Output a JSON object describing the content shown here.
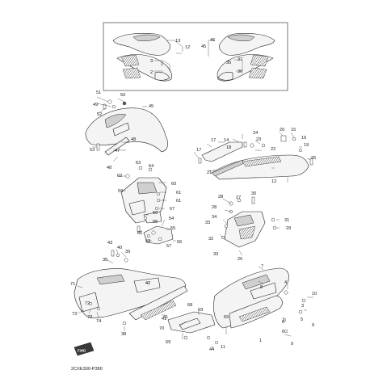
{
  "diagram": {
    "code": "2CXE300-P380",
    "fwd_label": "FWD",
    "callouts": [
      "1",
      "2",
      "3",
      "4",
      "5",
      "6",
      "7",
      "8",
      "9",
      "10",
      "11",
      "12",
      "13",
      "14",
      "15",
      "16",
      "17",
      "18",
      "19",
      "20",
      "21",
      "22",
      "23",
      "24",
      "25",
      "26",
      "27",
      "28",
      "29",
      "30",
      "31",
      "32",
      "33",
      "34",
      "35",
      "36",
      "37",
      "38",
      "39",
      "40",
      "41",
      "42",
      "43",
      "44",
      "45",
      "46",
      "47",
      "48",
      "49",
      "50",
      "51",
      "52",
      "53",
      "54",
      "55",
      "56",
      "57",
      "58",
      "59",
      "60",
      "61",
      "62",
      "63",
      "64",
      "65",
      "66",
      "67",
      "68",
      "69",
      "70",
      "71",
      "72",
      "73",
      "74"
    ]
  }
}
